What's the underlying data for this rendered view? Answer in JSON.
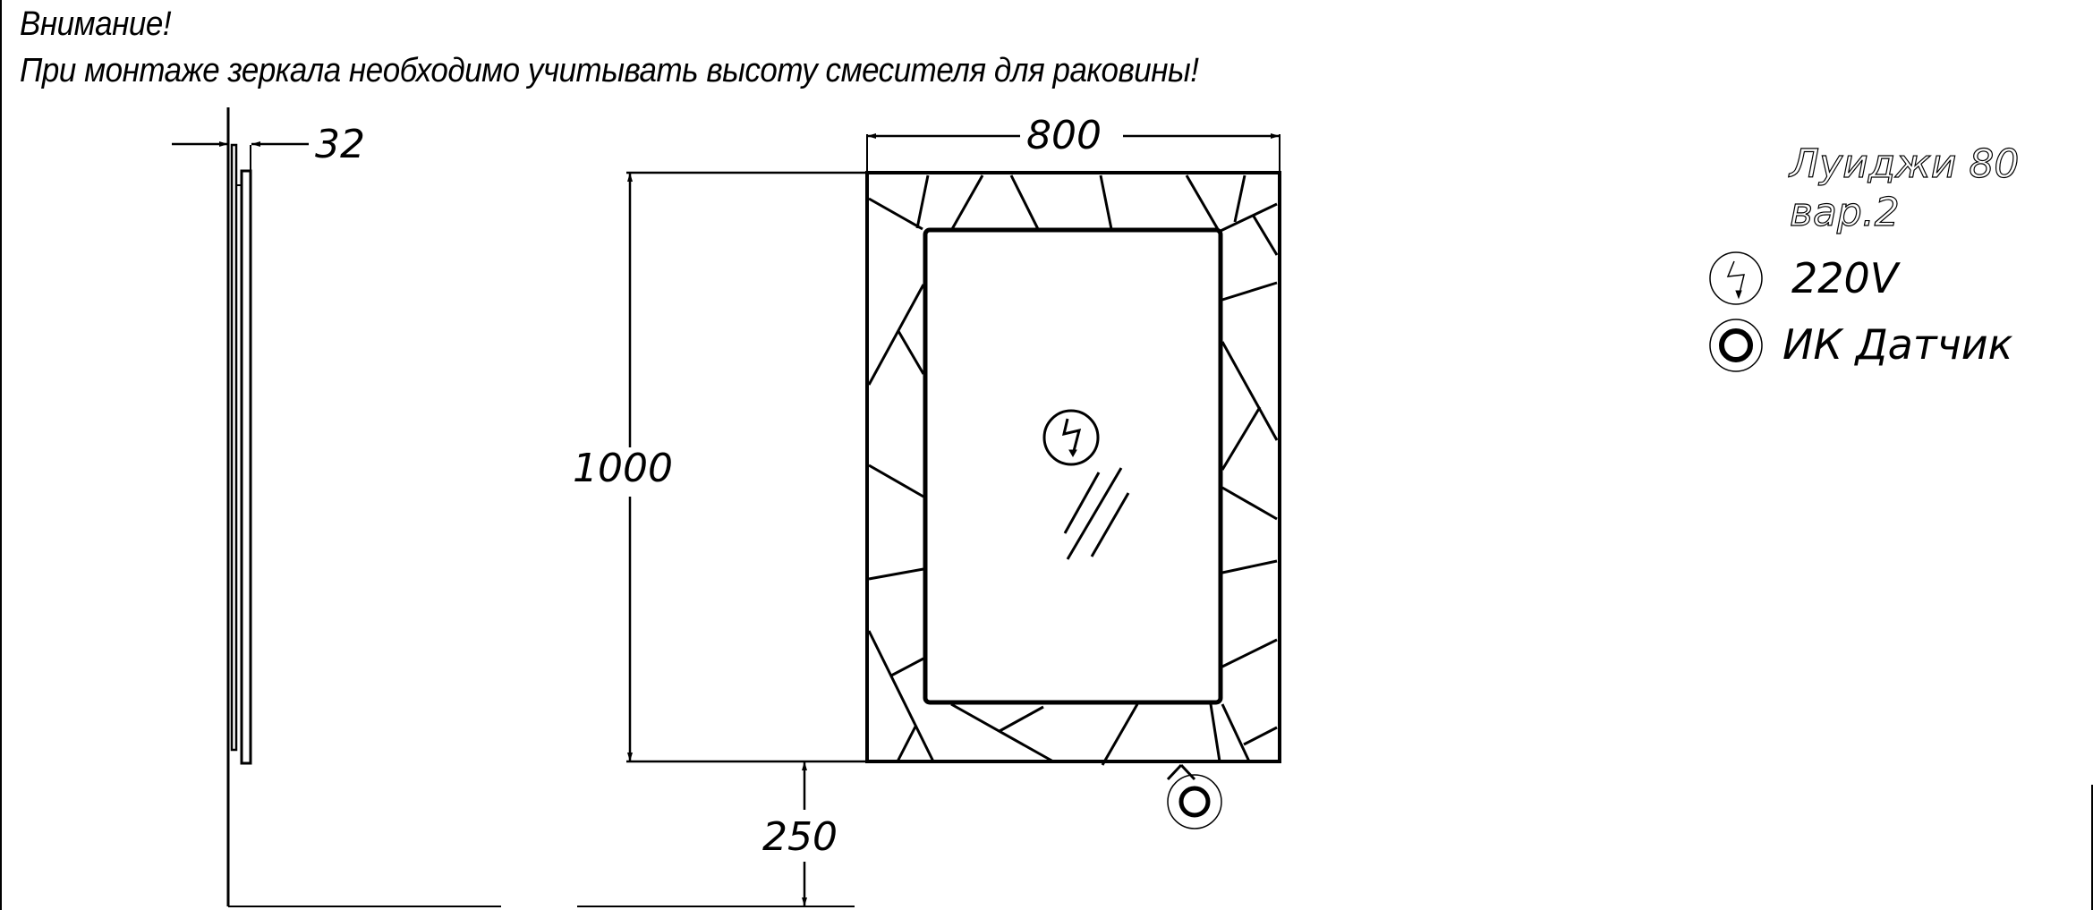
{
  "warning": {
    "title": "Внимание!",
    "text": "При монтаже зеркала необходимо учитывать высоту смесителя для раковины!"
  },
  "dimensions": {
    "depth": "32",
    "width": "800",
    "height": "1000",
    "mount_height": "250"
  },
  "model": {
    "name": "Луиджи  80",
    "variant": "вар.2"
  },
  "legend": {
    "items": [
      {
        "icon": "lightning-circle-icon",
        "label": "220V"
      },
      {
        "icon": "ir-sensor-icon",
        "label": "ИК  Датчик"
      }
    ]
  },
  "colors": {
    "line": "#000000",
    "background": "#ffffff"
  }
}
